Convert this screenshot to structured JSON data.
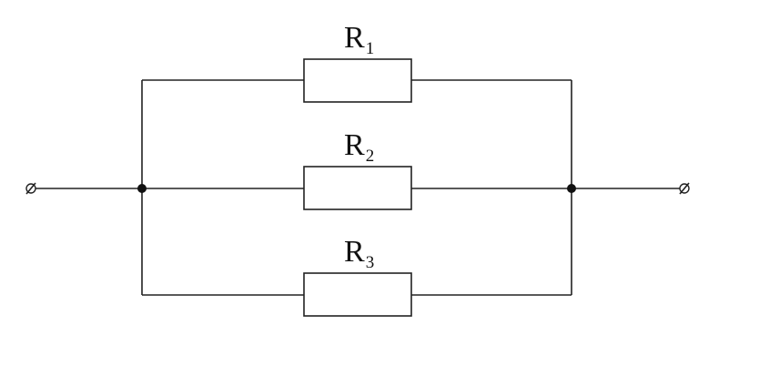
{
  "colors": {
    "line": "#222222",
    "background": "#ffffff"
  },
  "resistors": [
    {
      "id": "R1",
      "symbol": "R",
      "subscript": "1"
    },
    {
      "id": "R2",
      "symbol": "R",
      "subscript": "2"
    },
    {
      "id": "R3",
      "symbol": "R",
      "subscript": "3"
    }
  ],
  "terminals": [
    {
      "id": "input",
      "icon": "terminal-open-circle-icon"
    },
    {
      "id": "output",
      "icon": "terminal-open-circle-icon"
    }
  ],
  "junctions": [
    {
      "id": "left-node"
    },
    {
      "id": "right-node"
    }
  ]
}
